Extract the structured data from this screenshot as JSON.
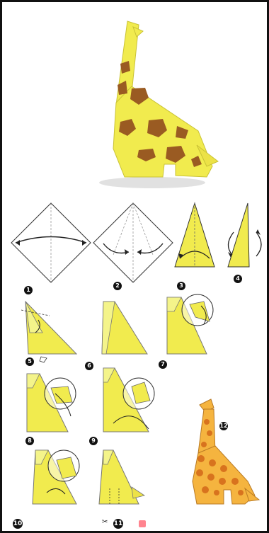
{
  "diagram": {
    "steps": [
      {
        "label": "1"
      },
      {
        "label": "2"
      },
      {
        "label": "3"
      },
      {
        "label": "4"
      },
      {
        "label": "5"
      },
      {
        "label": "6"
      },
      {
        "label": "7"
      },
      {
        "label": "8"
      },
      {
        "label": "9"
      },
      {
        "label": "10"
      },
      {
        "label": "11"
      },
      {
        "label": "12"
      }
    ],
    "colors": {
      "paper_yellow": "#f1eb4e",
      "paper_yellow_light": "#f4f48a",
      "paper_shadow": "#c9c236",
      "spot_brown": "#9a5b22",
      "spot_orange": "#f2a02d",
      "outline": "#222222"
    },
    "icons": {
      "scissors": "scissors-icon"
    }
  }
}
